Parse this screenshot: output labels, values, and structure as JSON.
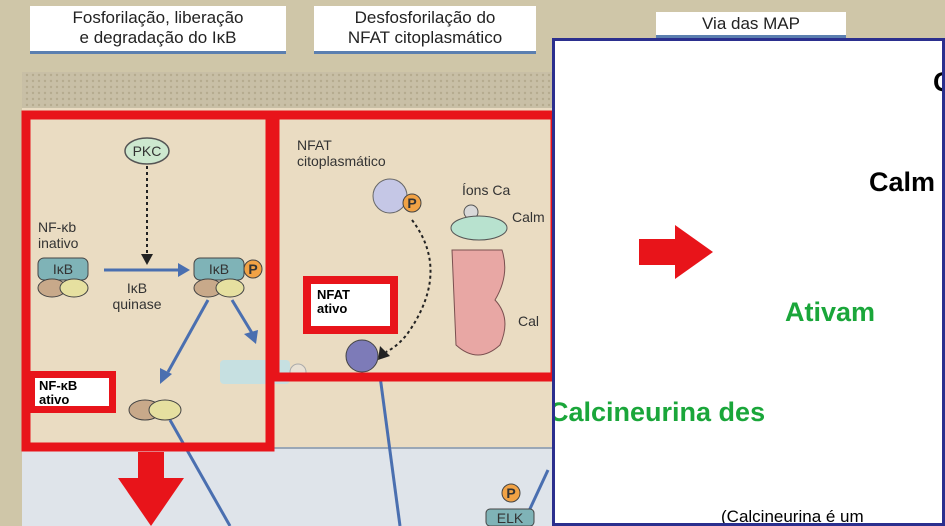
{
  "diagram": {
    "headers": {
      "left": "Fosforilação, liberação\ne degradação do IκB",
      "middle": "Desfosforilação do\nNFAT citoplasmático",
      "right": "Via das MAP"
    },
    "labels": {
      "pkc": "PKC",
      "nfkb_inactive": "NF-κb\ninativo",
      "ikb_left": "IκB",
      "ikb_right": "IκB",
      "ikb_kinase": "IκB\nquinase",
      "nfat_cyto": "NFAT\ncitoplasmático",
      "ions": "Íons Ca",
      "calm": "Calm",
      "cal": "Cal",
      "elk": "ELK",
      "p": "P"
    },
    "tags": {
      "nfkb_active": "NF-κB\nativo",
      "nfat_active": "NFAT\nativo"
    }
  },
  "panel": {
    "line1": "C",
    "line2": "Calm",
    "line3": "Ativam",
    "line4": "Calcineurina des",
    "note": "(Calcineurina é um"
  },
  "colors": {
    "highlight_red": "#e8141a",
    "panel_border": "#2b2f8e",
    "green_text": "#1aa63a",
    "cytoplasm": "#eadcc2"
  }
}
